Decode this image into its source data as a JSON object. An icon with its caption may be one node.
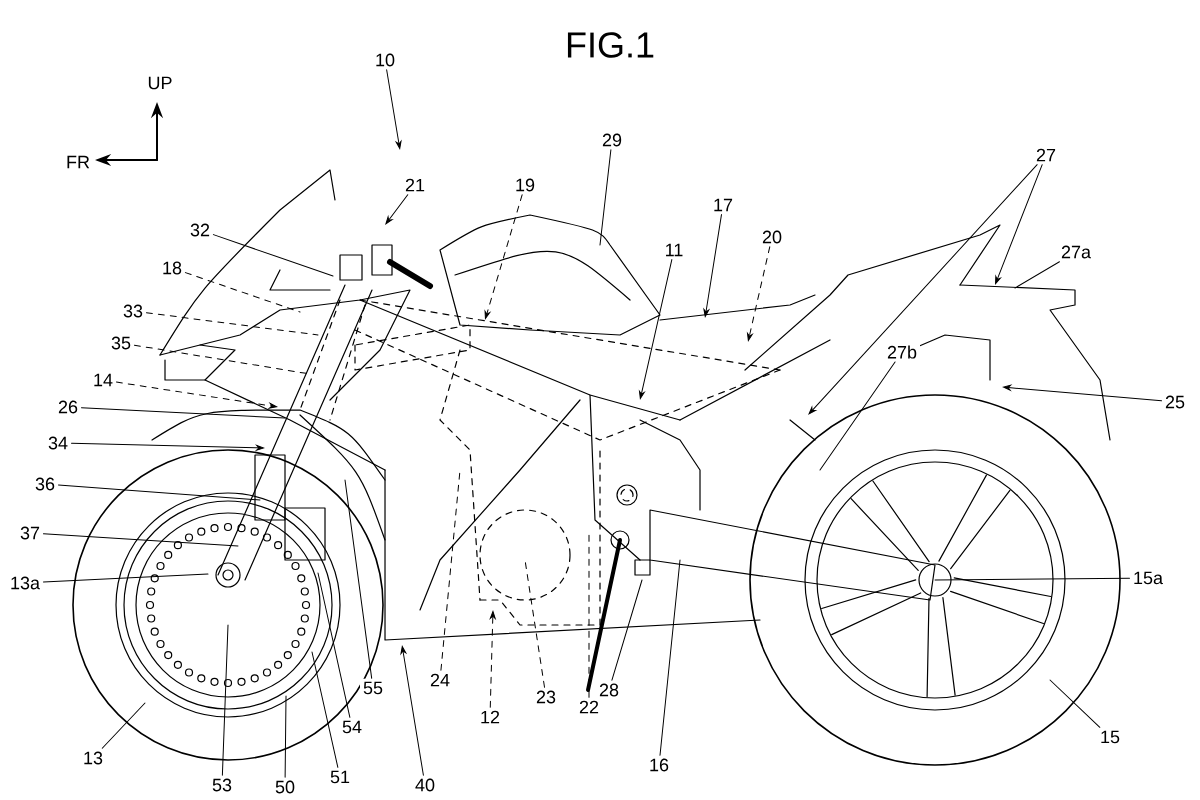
{
  "diagram": {
    "title": "FIG.1",
    "nodes": [
      {
        "text": [
          "10"
        ]
      },
      {
        "text": [
          "21"
        ]
      },
      {
        "text": [
          "19"
        ]
      },
      {
        "text": [
          "29"
        ]
      },
      {
        "text": [
          "27"
        ]
      },
      {
        "text": [
          "17"
        ]
      },
      {
        "text": [
          "20"
        ]
      },
      {
        "text": [
          "11"
        ]
      },
      {
        "text": [
          "27a"
        ]
      },
      {
        "text": [
          "32"
        ]
      },
      {
        "text": [
          "18"
        ]
      },
      {
        "text": [
          "33"
        ]
      },
      {
        "text": [
          "35"
        ]
      },
      {
        "text": [
          "27b"
        ]
      },
      {
        "text": [
          "14"
        ]
      },
      {
        "text": [
          "25"
        ]
      },
      {
        "text": [
          "26"
        ]
      },
      {
        "text": [
          "34"
        ]
      },
      {
        "text": [
          "36"
        ]
      },
      {
        "text": [
          "37"
        ]
      },
      {
        "text": [
          "13a"
        ]
      },
      {
        "text": [
          "15a"
        ]
      },
      {
        "text": [
          "55"
        ]
      },
      {
        "text": [
          "28"
        ]
      },
      {
        "text": [
          "24"
        ]
      },
      {
        "text": [
          "22"
        ]
      },
      {
        "text": [
          "23"
        ]
      },
      {
        "text": [
          "12"
        ]
      },
      {
        "text": [
          "54"
        ]
      },
      {
        "text": [
          "15"
        ]
      },
      {
        "text": [
          "13"
        ]
      },
      {
        "text": [
          "16"
        ]
      },
      {
        "text": [
          "51"
        ]
      },
      {
        "text": [
          "53"
        ]
      },
      {
        "text": [
          "40"
        ]
      },
      {
        "text": [
          "50"
        ]
      }
    ],
    "edges": [
      {
        "from": 0,
        "to": null,
        "arrow": "to"
      },
      {
        "from": 1,
        "to": null,
        "arrow": "to"
      },
      {
        "from": 2,
        "to": null,
        "arrow": "to",
        "style": "dashed"
      },
      {
        "from": 3,
        "to": null,
        "arrow": "none"
      },
      {
        "from": 4,
        "to": null,
        "arrow": "to"
      },
      {
        "from": 4,
        "to": null,
        "arrow": "to"
      },
      {
        "from": 5,
        "to": null,
        "arrow": "to"
      },
      {
        "from": 6,
        "to": null,
        "arrow": "to",
        "style": "dashed"
      },
      {
        "from": 7,
        "to": null,
        "arrow": "to"
      },
      {
        "from": 8,
        "to": null,
        "arrow": "none"
      },
      {
        "from": 9,
        "to": null,
        "arrow": "none"
      },
      {
        "from": 10,
        "to": null,
        "arrow": "none",
        "style": "dashed"
      },
      {
        "from": 11,
        "to": null,
        "arrow": "none",
        "style": "dashed"
      },
      {
        "from": 12,
        "to": null,
        "arrow": "none",
        "style": "dashed"
      },
      {
        "from": 13,
        "to": null,
        "arrow": "none"
      },
      {
        "from": 14,
        "to": null,
        "arrow": "to",
        "style": "dashed"
      },
      {
        "from": 15,
        "to": null,
        "arrow": "to"
      },
      {
        "from": 16,
        "to": null,
        "arrow": "none"
      },
      {
        "from": 17,
        "to": null,
        "arrow": "to"
      },
      {
        "from": 18,
        "to": null,
        "arrow": "none"
      },
      {
        "from": 19,
        "to": null,
        "arrow": "none"
      },
      {
        "from": 20,
        "to": null,
        "arrow": "none"
      },
      {
        "from": 21,
        "to": null,
        "arrow": "none"
      },
      {
        "from": 22,
        "to": null,
        "arrow": "none"
      },
      {
        "from": 23,
        "to": null,
        "arrow": "none"
      },
      {
        "from": 24,
        "to": null,
        "arrow": "none",
        "style": "dashed"
      },
      {
        "from": 25,
        "to": null,
        "arrow": "none",
        "style": "dashed"
      },
      {
        "from": 26,
        "to": null,
        "arrow": "none",
        "style": "dashed"
      },
      {
        "from": 27,
        "to": null,
        "arrow": "to",
        "style": "dashed"
      },
      {
        "from": 28,
        "to": null,
        "arrow": "none"
      },
      {
        "from": 29,
        "to": null,
        "arrow": "none"
      },
      {
        "from": 30,
        "to": null,
        "arrow": "none"
      },
      {
        "from": 31,
        "to": null,
        "arrow": "none"
      },
      {
        "from": 32,
        "to": null,
        "arrow": "none"
      },
      {
        "from": 33,
        "to": null,
        "arrow": "none"
      },
      {
        "from": 34,
        "to": null,
        "arrow": "to"
      },
      {
        "from": 35,
        "to": null,
        "arrow": "none"
      }
    ],
    "labels": [
      "UP",
      "FR"
    ]
  }
}
